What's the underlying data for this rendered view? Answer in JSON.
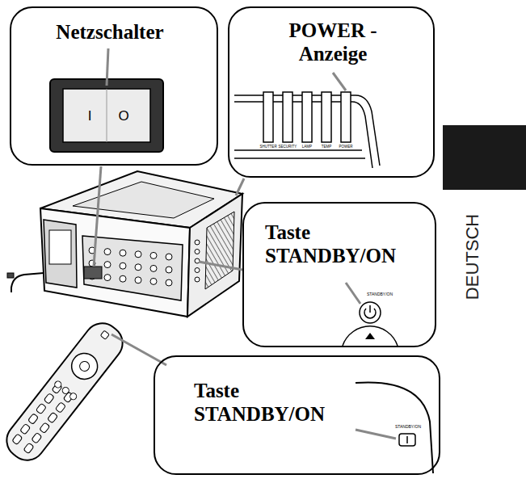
{
  "diagram": {
    "nodes": [
      {
        "text": [
          "Netzschalter"
        ]
      },
      {
        "text": [
          "POWER - Anzeige"
        ]
      },
      {
        "text": [
          "Taste STANDBY/ON"
        ]
      },
      {
        "text": [
          "Taste STANDBY/ON"
        ]
      }
    ],
    "labels": [
      "I",
      "O",
      "SHUTTER",
      "SECURITY",
      "LAMP",
      "TEMP",
      "POWER",
      "STANDBY/ON",
      "STANDBY/ON",
      "DEUTSCH"
    ]
  }
}
